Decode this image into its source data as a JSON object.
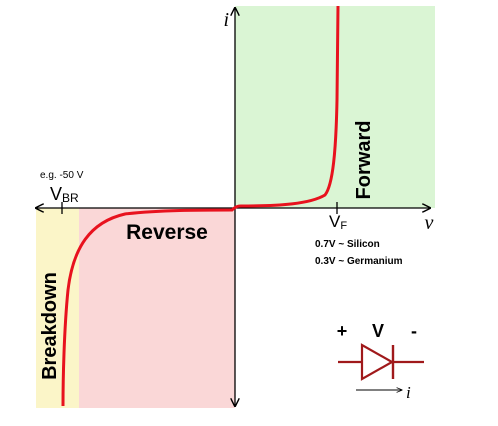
{
  "axes": {
    "y_label": "i",
    "x_label": "v"
  },
  "regions": {
    "forward": {
      "label": "Forward",
      "color": "#daf5d4"
    },
    "reverse": {
      "label": "Reverse",
      "color": "#fad7d7"
    },
    "breakdown": {
      "label": "Breakdown",
      "color": "#fbf5c8"
    }
  },
  "annotations": {
    "vbr_example": "e.g. -50 V",
    "vbr_main": "V",
    "vbr_sub": "BR",
    "vf_main": "V",
    "vf_sub": "F",
    "silicon_note": "0.7V ~ Silicon",
    "germanium_note": "0.3V ~ Germanium"
  },
  "diode_symbol": {
    "plus": "+",
    "voltage": "V",
    "minus": "-",
    "current": "i",
    "color": "#a0191b"
  },
  "curve_color": "#e8121e"
}
